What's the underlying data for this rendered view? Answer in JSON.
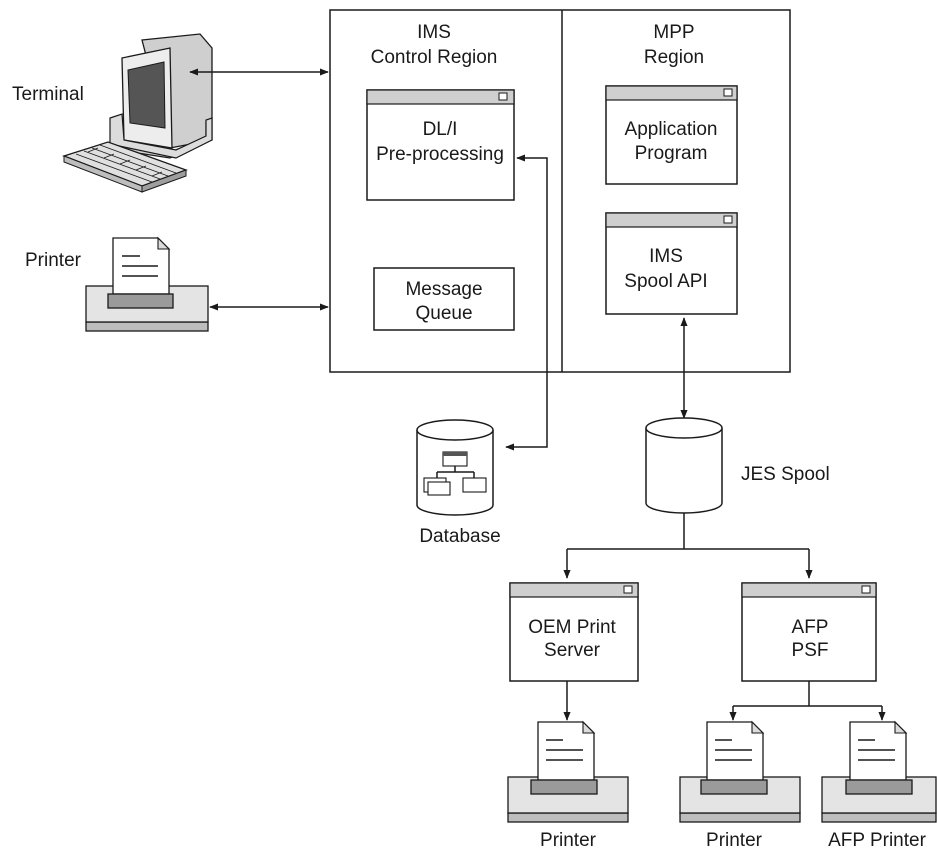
{
  "labels": {
    "terminal": "Terminal",
    "printer_left": "Printer",
    "ims_control_line1": "IMS",
    "ims_control_line2": "Control Region",
    "mpp_line1": "MPP",
    "mpp_line2": "Region",
    "dli_line1": "DL/I",
    "dli_line2": "Pre-processing",
    "msgq_line1": "Message",
    "msgq_line2": "Queue",
    "app_line1": "Application",
    "app_line2": "Program",
    "spool_api_line1": "IMS",
    "spool_api_line2": "Spool API",
    "database": "Database",
    "jes_spool": "JES Spool",
    "oem_line1": "OEM Print",
    "oem_line2": "Server",
    "afp_line1": "AFP",
    "afp_line2": "PSF",
    "printer_oem": "Printer",
    "printer_afp_mid": "Printer",
    "afp_printer": "AFP Printer"
  },
  "icons": {
    "terminal": "computer-terminal-icon",
    "printer": "printer-icon",
    "database": "database-cylinder-icon",
    "spool": "spool-cylinder-icon"
  }
}
